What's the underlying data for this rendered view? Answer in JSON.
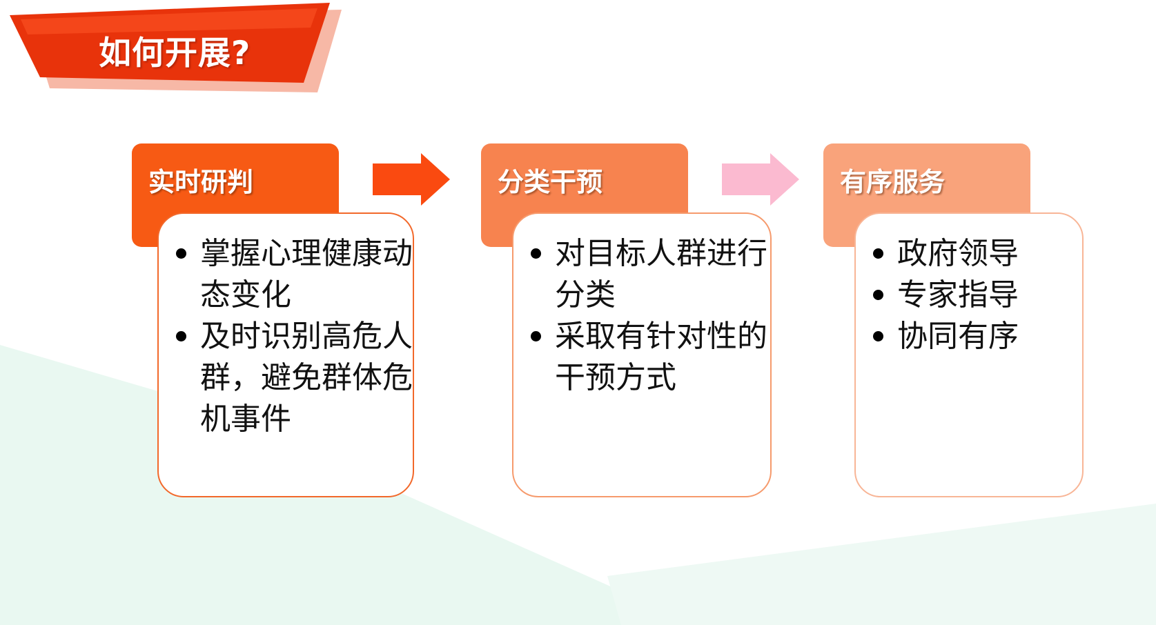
{
  "title": "如何开展?",
  "colors": {
    "banner": "#e8330b",
    "banner_shadow": "#f5a08a",
    "step1": "#f75a14",
    "step2": "#f7834f",
    "step3": "#f9a37b",
    "arrow1": "#fa4a10",
    "arrow2": "#fbbad0",
    "background_accent": "#e9f8f1"
  },
  "steps": [
    {
      "title": "实时研判",
      "items": [
        "掌握心理健康动态变化",
        "及时识别高危人群，避免群体危机事件"
      ]
    },
    {
      "title": "分类干预",
      "items": [
        "对目标人群进行分类",
        "采取有针对性的干预方式"
      ]
    },
    {
      "title": "有序服务",
      "items": [
        "政府领导",
        "专家指导",
        "协同有序"
      ]
    }
  ]
}
